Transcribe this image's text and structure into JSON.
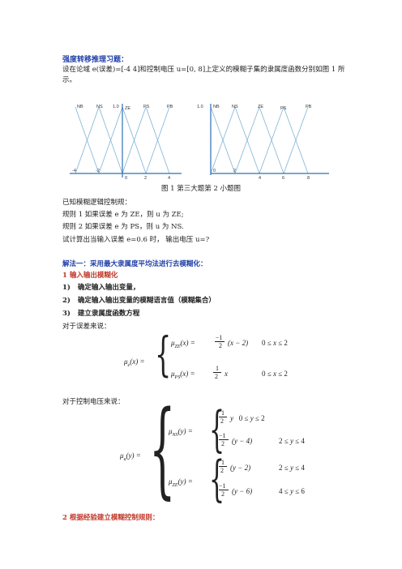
{
  "header": {
    "title": "强度转移推理习题："
  },
  "intro": {
    "line1": "设在论域 e(误差)=[-4  4]和控制电压 u=[0,  8]上定义的模糊子集的隶属度函数分别如图 1 所",
    "line2": "示。"
  },
  "figure": {
    "left": {
      "sets": [
        "NB",
        "NS",
        "ZE",
        "PS",
        "PB"
      ],
      "peak": "1.0",
      "ticks": [
        "-4",
        "-2",
        "0",
        "2",
        "4"
      ]
    },
    "right": {
      "sets": [
        "NB",
        "NS",
        "ZE",
        "PS",
        "PB"
      ],
      "peak": "1.0",
      "ticks": [
        "0",
        "2",
        "4",
        "6",
        "8"
      ]
    },
    "caption": "图 1  第三大题第 2 小题图"
  },
  "rules": {
    "intro": "已知模糊逻辑控制规：",
    "rule1": "规则 1  如果误差 e  为 ZE，则 u  为 ZE;",
    "rule2": "规则 2  如果误差 e  为 PS，则 u  为 NS.",
    "question": "试计算出当输入误差 e=0.6 时，   输出电压 u=?"
  },
  "solution": {
    "heading": "解法一：采用最大隶属度平均法进行去模糊化：",
    "section1": "1  输入输出模糊化",
    "steps": [
      {
        "num": "1)",
        "text": "确定输入输出变量，"
      },
      {
        "num": "2)",
        "text": "确定输入输出变量的模糊语言值（模糊集合）"
      },
      {
        "num": "3)",
        "text": "建立隶属度函数方程"
      }
    ],
    "error_label": "对于误差来说：",
    "voltage_label": "对于控制电压来说：",
    "section2": "2    根据经验建立模糊控制规则："
  }
}
